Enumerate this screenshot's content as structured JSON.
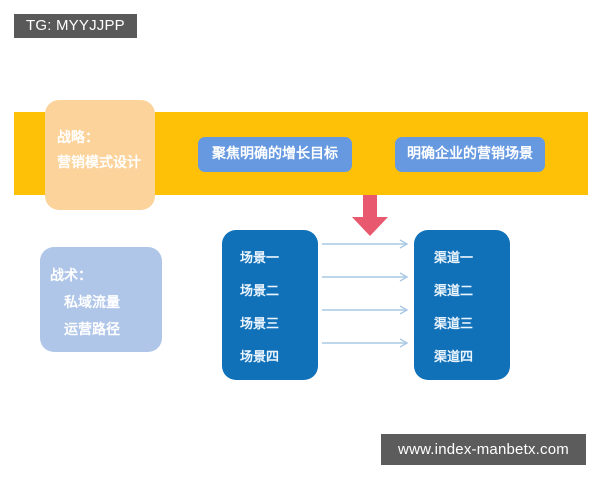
{
  "tag": {
    "label": "TG: MYYJJPP"
  },
  "strategy": {
    "title_line1": "战略：",
    "title_line2": "营销模式设计",
    "items": [
      {
        "label": "聚焦明确的增长目标"
      },
      {
        "label": "明确企业的营销场景"
      }
    ]
  },
  "tactics": {
    "title": "战术：",
    "line2": "私域流量",
    "line3": "运营路径"
  },
  "scenarios": {
    "items": [
      {
        "label": "场景一"
      },
      {
        "label": "场景二"
      },
      {
        "label": "场景三"
      },
      {
        "label": "场景四"
      }
    ]
  },
  "channels": {
    "items": [
      {
        "label": "渠道一"
      },
      {
        "label": "渠道二"
      },
      {
        "label": "渠道三"
      },
      {
        "label": "渠道四"
      }
    ]
  },
  "watermark": {
    "url": "www.index-manbetx.com"
  },
  "colors": {
    "band_yellow": "#ffc107",
    "strategy_peach": "#fcd39b",
    "pill_blue": "#6699e0",
    "tactics_lavender": "#afc6e9",
    "column_blue": "#1070b8",
    "arrow_red": "#e8596f",
    "connector_blue": "#a9c8e4",
    "tag_gray": "#595959",
    "watermark_gray": "#5c5c5c"
  }
}
